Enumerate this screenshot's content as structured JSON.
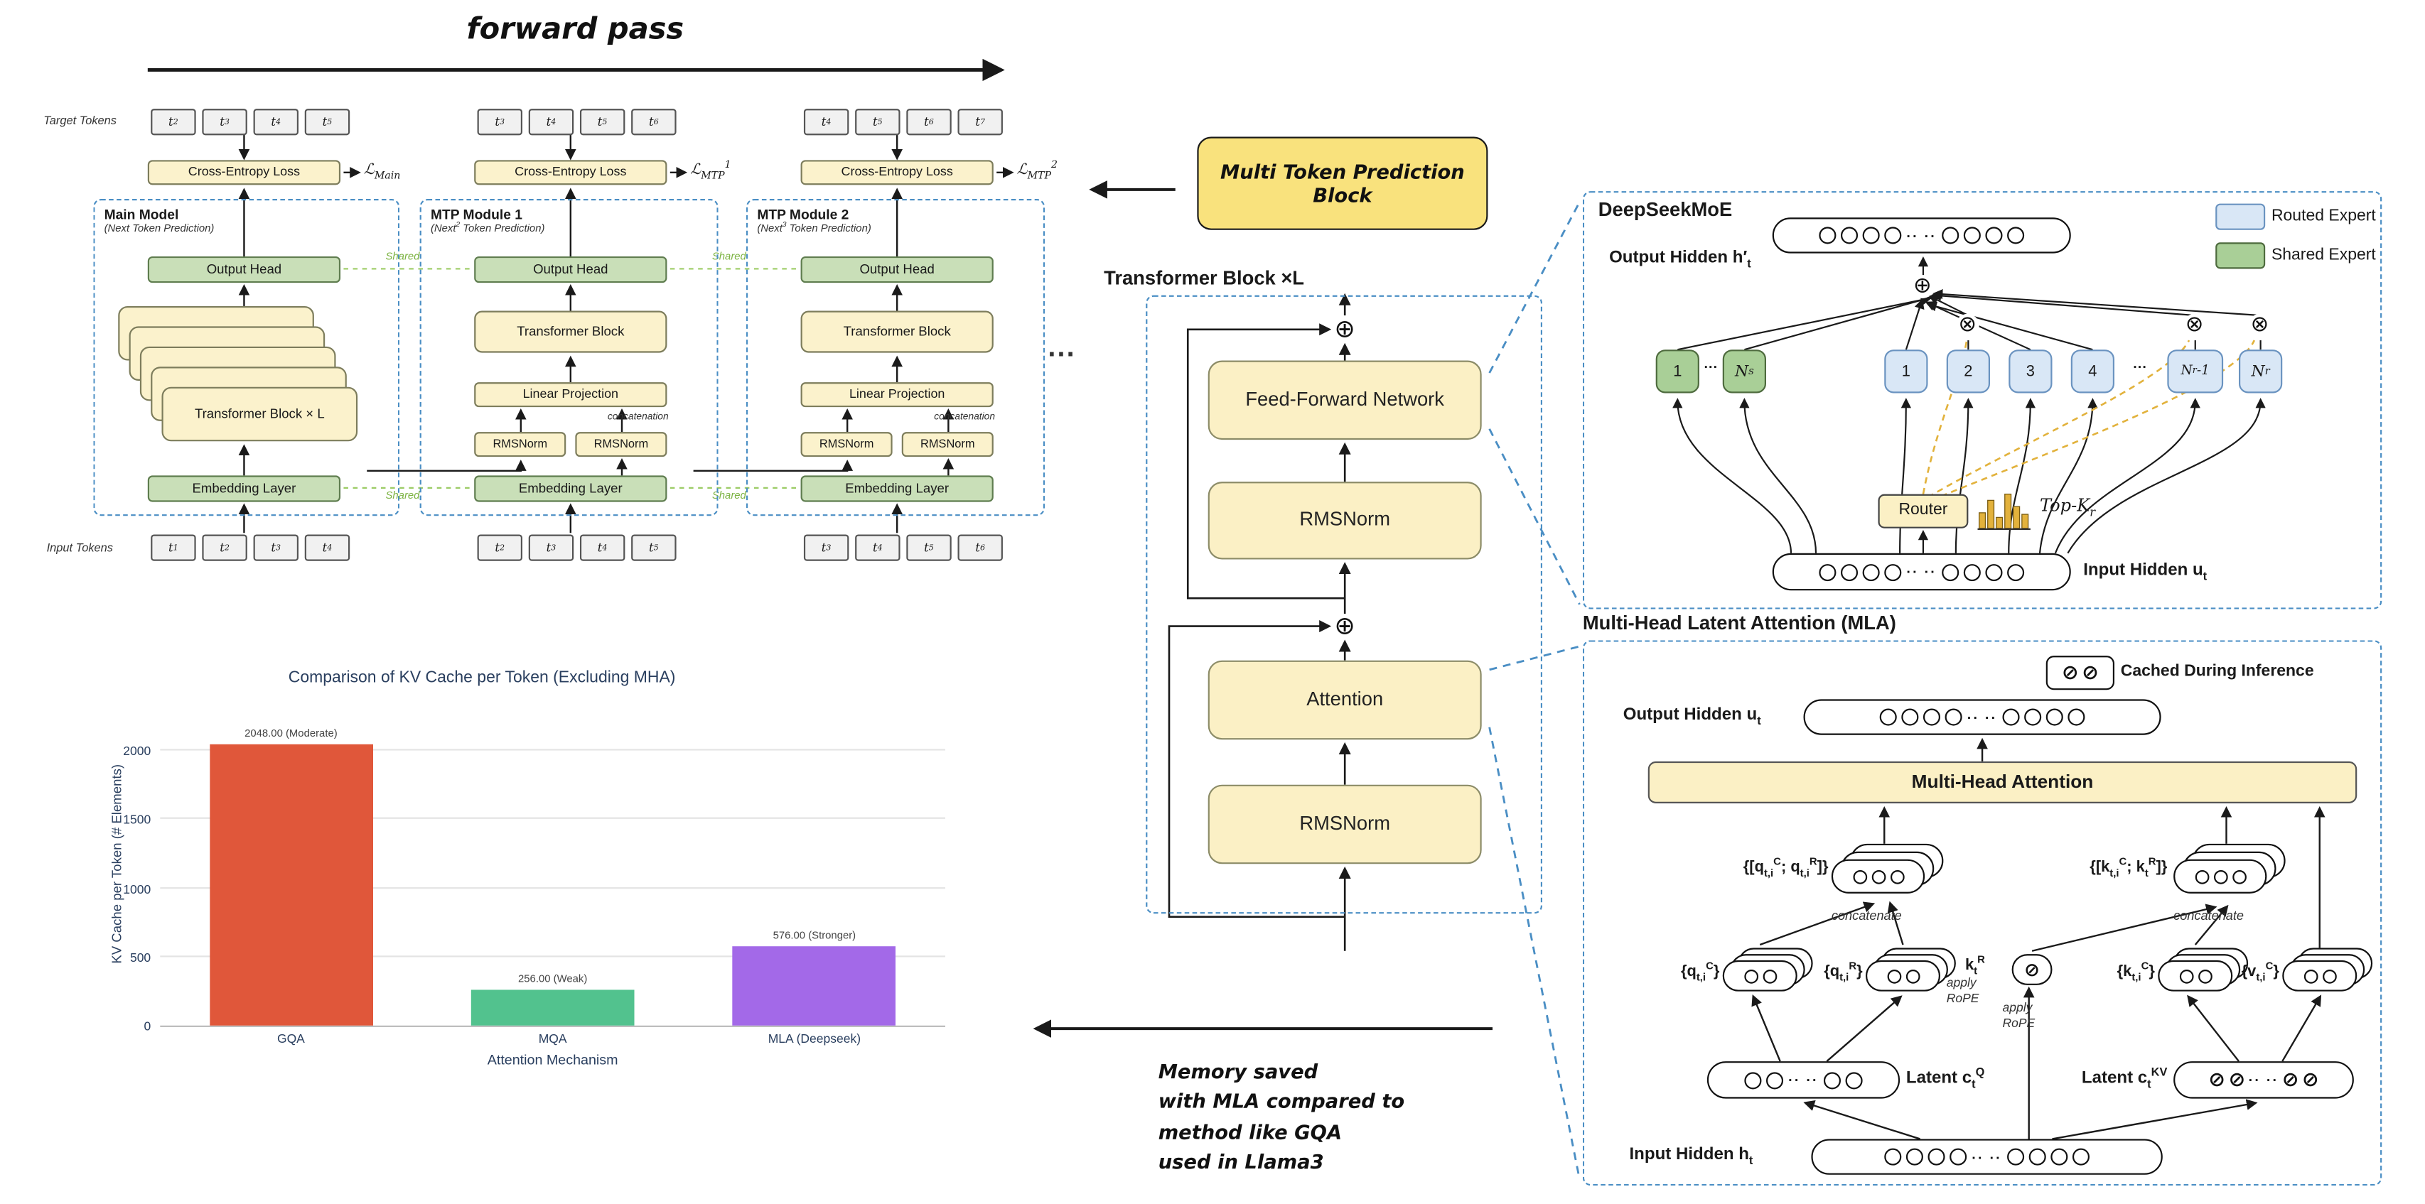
{
  "icons": {
    "oplus": "⊕",
    "otimes": "⊗",
    "oslash": "⊘"
  },
  "misc": {
    "forward_pass": "forward pass",
    "vector_dots": "·· ··",
    "ellipsis": "···"
  },
  "mtp": {
    "target_tokens_label": "Target Tokens",
    "input_tokens_label": "Input Tokens",
    "shared_label": "Shared",
    "common": {
      "cross_entropy": "Cross-Entropy Loss",
      "output_head": "Output Head",
      "embedding": "Embedding Layer",
      "transformer_block": "Transformer Block",
      "linear_projection": "Linear Projection",
      "rmsnorm": "RMSNorm",
      "concatenation": "concatenation"
    },
    "modules": [
      {
        "name": "Main Model",
        "subtitle": "(Next Token Prediction)",
        "loss": "ℒ_{Main}",
        "stack_label": "Transformer Block × L",
        "target_tokens": [
          "t_{2}",
          "t_{3}",
          "t_{4}",
          "t_{5}"
        ],
        "input_tokens": [
          "t_{1}",
          "t_{2}",
          "t_{3}",
          "t_{4}"
        ]
      },
      {
        "name": "MTP Module 1",
        "subtitle": "(Next^{2} Token Prediction)",
        "loss": "ℒ_{MTP}^{1}",
        "target_tokens": [
          "t_{3}",
          "t_{4}",
          "t_{5}",
          "t_{6}"
        ],
        "input_tokens": [
          "t_{2}",
          "t_{3}",
          "t_{4}",
          "t_{5}"
        ]
      },
      {
        "name": "MTP Module 2",
        "subtitle": "(Next^{3} Token Prediction)",
        "loss": "ℒ_{MTP}^{2}",
        "target_tokens": [
          "t_{4}",
          "t_{5}",
          "t_{6}",
          "t_{7}"
        ],
        "input_tokens": [
          "t_{3}",
          "t_{4}",
          "t_{5}",
          "t_{6}"
        ]
      }
    ]
  },
  "callout": {
    "line1": "Multi Token Prediction",
    "line2": "Block"
  },
  "transformer": {
    "title": "Transformer Block ×L",
    "ffn": "Feed-Forward Network",
    "rmsnorm": "RMSNorm",
    "attention": "Attention"
  },
  "moe": {
    "title": "DeepSeekMoE",
    "output_hidden": "Output Hidden h′_{t}",
    "input_hidden": "Input Hidden u_{t}",
    "router": "Router",
    "topk": "Top-K_{r}",
    "legend_routed": "Routed Expert",
    "legend_shared": "Shared Expert",
    "shared_1": "1",
    "shared_n": "N_{s}",
    "routed": [
      "1",
      "2",
      "3",
      "4"
    ],
    "routed_n1": "N_{r}-1",
    "routed_n": "N_{r}",
    "dots": "···"
  },
  "mla": {
    "title": "Multi-Head Latent Attention (MLA)",
    "cached": "Cached During Inference",
    "output_hidden": "Output Hidden u_{t}",
    "mha": "Multi-Head Attention",
    "q_concat": "{[q_{t,i}^{C}; q_{t,i}^{R}]}",
    "k_concat": "{[k_{t,i}^{C}; k_{t}^{R}]}",
    "concatenate": "concatenate",
    "q_c": "{q_{t,i}^{C}}",
    "q_r": "{q_{t,i}^{R}}",
    "apply_rope": "apply RoPE",
    "k_r": "k_{t}^{R}",
    "k_c": "{k_{t,i}^{C}}",
    "v_c": "{v_{t,i}^{C}}",
    "latent_q": "Latent c_{t}^{Q}",
    "latent_kv": "Latent c_{t}^{KV}",
    "input_hidden": "Input Hidden h_{t}"
  },
  "annotation": {
    "lines": [
      "Memory saved",
      "with MLA compared to",
      "method like GQA",
      "used in Llama3"
    ]
  },
  "chart_data": {
    "type": "bar",
    "title": "Comparison of KV Cache per Token (Excluding MHA)",
    "xlabel": "Attention Mechanism",
    "ylabel": "KV Cache per Token (# Elements)",
    "categories": [
      "GQA",
      "MQA",
      "MLA (Deepseek)"
    ],
    "values": [
      2048,
      256,
      576
    ],
    "bar_labels": [
      "2048.00 (Moderate)",
      "256.00 (Weak)",
      "576.00 (Stronger)"
    ],
    "colors": [
      "#E0573A",
      "#52C28E",
      "#A369E8"
    ],
    "yticks": [
      0,
      500,
      1000,
      1500,
      2000
    ],
    "ylim": [
      0,
      2048
    ],
    "grid": true,
    "legend_position": "none"
  }
}
